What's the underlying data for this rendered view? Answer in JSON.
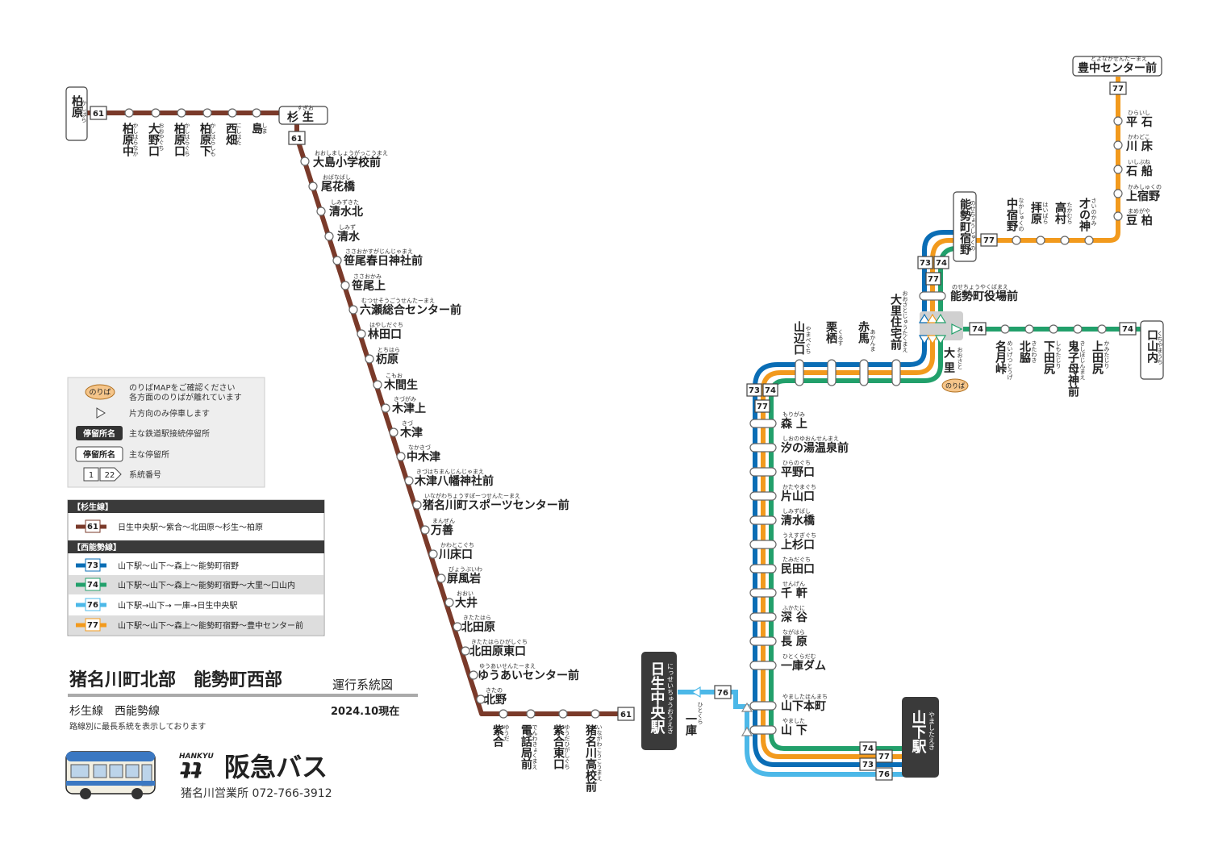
{
  "header": {
    "area_title": "猪名川町北部　能勢町西部",
    "diagram_type": "運行系統図",
    "lines_label": "杉生線　西能勢線",
    "as_of": "2024.10現在",
    "note": "路線別に最長系統を表示しております",
    "company": "阪急バス",
    "logo_mark": "HANKYU",
    "office": "猪名川営業所 072-766-3912"
  },
  "legend": {
    "noriba_badge": "のりば",
    "noriba_text1": "のりばMAPをご確認ください",
    "noriba_text2": "各方面ののりばが離れています",
    "oneway_text": "片方向のみ停車します",
    "rail_stop_label": "停留所名",
    "rail_stop_text": "主な鉄道駅接続停留所",
    "major_stop_label": "停留所名",
    "major_stop_text": "主な停留所",
    "num1": "1",
    "num2": "22",
    "route_num_text": "系統番号"
  },
  "route_table": {
    "sugio_header": "【杉生線】",
    "nishinose_header": "【西能勢線】",
    "routes": [
      {
        "no": "61",
        "text": "日生中央駅～紫合～北田原～杉生～柏原",
        "color": "#7a3a2a"
      },
      {
        "no": "73",
        "text": "山下駅～山下～森上～能勢町宿野",
        "color": "#0a6db5"
      },
      {
        "no": "74",
        "text": "山下駅～山下～森上～能勢町宿野～大里～口山内",
        "color": "#22a06b"
      },
      {
        "no": "76",
        "text": "山下駅→山下→ 一庫→日生中央駅",
        "color": "#4cb8e8"
      },
      {
        "no": "77",
        "text": "山下駅～山下～森上～能勢町宿野～豊中センター前",
        "color": "#f29a1d"
      }
    ]
  },
  "colors": {
    "r61": "#7a3a2a",
    "r73": "#0a6db5",
    "r74": "#22a06b",
    "r76": "#4cb8e8",
    "r77": "#f29a1d",
    "terminal": "#3a3a3a"
  },
  "stops": {
    "kashiwara": {
      "name": "柏原",
      "kana": "かしはら"
    },
    "sugio": {
      "name": "杉 生",
      "kana": "すぎお"
    },
    "shima": {
      "name": "島",
      "kana": "しま"
    },
    "nishihata": {
      "name": "西畑",
      "kana": "にしはた"
    },
    "kashiwarashimo": {
      "name": "柏原下",
      "kana": "かしはらしも"
    },
    "kashiwaraguchi": {
      "name": "柏原口",
      "kana": "かしはらぐち"
    },
    "onoguchi": {
      "name": "大野口",
      "kana": "おおやぐち"
    },
    "kashiwaranaka": {
      "name": "柏原中",
      "kana": "かしはらなか"
    },
    "oshima": {
      "name": "大島小学校前",
      "kana": "おおしましょうがっこうまえ"
    },
    "obanabashi": {
      "name": "尾花橋",
      "kana": "おばなばし"
    },
    "shimizukita": {
      "name": "清水北",
      "kana": "しみずきた"
    },
    "shimizu": {
      "name": "清水",
      "kana": "しみず"
    },
    "sasao_kasuga": {
      "name": "笹尾春日神社前",
      "kana": "ささおかすがじんじゃまえ"
    },
    "sasaokami": {
      "name": "笹尾上",
      "kana": "ささおかみ"
    },
    "mutsuse": {
      "name": "六瀬総合センター前",
      "kana": "むつせそうごうせんたーまえ"
    },
    "hayashidaguchi": {
      "name": "林田口",
      "kana": "はやしだぐち"
    },
    "tochihara": {
      "name": "杤原",
      "kana": "とちはら"
    },
    "koma": {
      "name": "木間生",
      "kana": "こもお"
    },
    "kizukami": {
      "name": "木津上",
      "kana": "きづがみ"
    },
    "kizu": {
      "name": "木津",
      "kana": "きづ"
    },
    "nakakizu": {
      "name": "中木津",
      "kana": "なかきづ"
    },
    "kizu_hachiman": {
      "name": "木津八幡神社前",
      "kana": "きづはちまんじんじゃまえ"
    },
    "sports": {
      "name": "猪名川町スポーツセンター前",
      "kana": "いながわちょうすぽーつせんたーまえ"
    },
    "manzen": {
      "name": "万善",
      "kana": "まんぜん"
    },
    "kawatokoguchi": {
      "name": "川床口",
      "kana": "かわとこぐち"
    },
    "byobuiwa": {
      "name": "屏風岩",
      "kana": "びょうぶいわ"
    },
    "oi": {
      "name": "大井",
      "kana": "おおい"
    },
    "kitatahara": {
      "name": "北田原",
      "kana": "きたたはら"
    },
    "kitataharahigashi": {
      "name": "北田原東口",
      "kana": "きたたはらひがしぐち"
    },
    "yuai": {
      "name": "ゆうあいセンター前",
      "kana": "ゆうあいせんたーまえ"
    },
    "kitano": {
      "name": "北野",
      "kana": "きたの"
    },
    "yuda": {
      "name": "紫合",
      "kana": "ゆうだ"
    },
    "denwakyoku": {
      "name": "電話局前",
      "kana": "でんわきょくまえ"
    },
    "yudahigashi": {
      "name": "紫合東口",
      "kana": "ゆうだひがしぐち"
    },
    "inagawakoko": {
      "name": "猪名川高校前",
      "kana": "いながわこうこうまえ"
    },
    "nisseichuo": {
      "name": "日生中央駅",
      "kana": "にっせいちゅうおうえき"
    },
    "hitokura": {
      "name": "一庫",
      "kana": "ひとくら"
    },
    "yamashitaeki": {
      "name": "山下駅",
      "kana": "やましたえき"
    },
    "yamashita": {
      "name": "山 下",
      "kana": "やました"
    },
    "yamashitahonmachi": {
      "name": "山下本町",
      "kana": "やましたほんまち"
    },
    "hitokuradam": {
      "name": "一庫ダム",
      "kana": "ひとくらだむ"
    },
    "nagahara": {
      "name": "長 原",
      "kana": "ながはら"
    },
    "fukatani": {
      "name": "深 谷",
      "kana": "ふかたに"
    },
    "senken": {
      "name": "千 軒",
      "kana": "せんげん"
    },
    "tamidaguchi": {
      "name": "民田口",
      "kana": "たみだぐち"
    },
    "uesugiguchi": {
      "name": "上杉口",
      "kana": "うえすぎぐち"
    },
    "shimizubashi": {
      "name": "清水橋",
      "kana": "しみずばし"
    },
    "katayamaguchi": {
      "name": "片山口",
      "kana": "かたやまぐち"
    },
    "hiranoguchi": {
      "name": "平野口",
      "kana": "ひらのぐち"
    },
    "shionoyu": {
      "name": "汐の湯温泉前",
      "kana": "しおのゆおんせんまえ"
    },
    "morigami": {
      "name": "森 上",
      "kana": "もりがみ"
    },
    "yamabeguchi": {
      "name": "山辺口",
      "kana": "やまべぐち"
    },
    "kurusu": {
      "name": "栗栖",
      "kana": "くるす"
    },
    "akama": {
      "name": "赤馬",
      "kana": "あかんま"
    },
    "osato_jutaku": {
      "name": "大里住宅前",
      "kana": "おおさとじゅうたくまえ"
    },
    "osato": {
      "name": "大 里",
      "kana": "おおさと"
    },
    "nose_yakuba": {
      "name": "能勢町役場前",
      "kana": "のせちょうやくばまえ"
    },
    "nose_shukuno": {
      "name": "能勢町宿野",
      "kana": "のせちょうしゅくの"
    },
    "meigetsu": {
      "name": "名月峠",
      "kana": "めいげつとうげ"
    },
    "kitawaki": {
      "name": "北脇",
      "kana": "きたわき"
    },
    "shimotajiri": {
      "name": "下田尻",
      "kana": "しもたじり"
    },
    "kishibojin": {
      "name": "鬼子母神前",
      "kana": "きしぼじんまえ"
    },
    "kamitajiri": {
      "name": "上田尻",
      "kana": "かみたじり"
    },
    "kuchiyamauchi": {
      "name": "口山内",
      "kana": "くちやまうち"
    },
    "nakashukuno": {
      "name": "中宿野",
      "kana": "なかしゅくの"
    },
    "haibara": {
      "name": "拝原",
      "kana": "はいばら"
    },
    "takamura": {
      "name": "高村",
      "kana": "たかむら"
    },
    "sainokami": {
      "name": "才の神",
      "kana": "さいのかみ"
    },
    "mamegaki": {
      "name": "豆 柏",
      "kana": "まめがや"
    },
    "kamishukuno": {
      "name": "上宿野",
      "kana": "かみしゅくの"
    },
    "ishibune": {
      "name": "石 船",
      "kana": "いしぶね"
    },
    "kawatoko": {
      "name": "川 床",
      "kana": "かわどこ"
    },
    "hiraishi": {
      "name": "平 石",
      "kana": "ひらいし"
    },
    "toyonaka": {
      "name": "豊中センター前",
      "kana": "とよなかせんたーまえ"
    }
  },
  "route_badges": {
    "b61": "61",
    "b73": "73",
    "b74": "74",
    "b76": "76",
    "b77": "77"
  },
  "noriba_tag": "のりば"
}
